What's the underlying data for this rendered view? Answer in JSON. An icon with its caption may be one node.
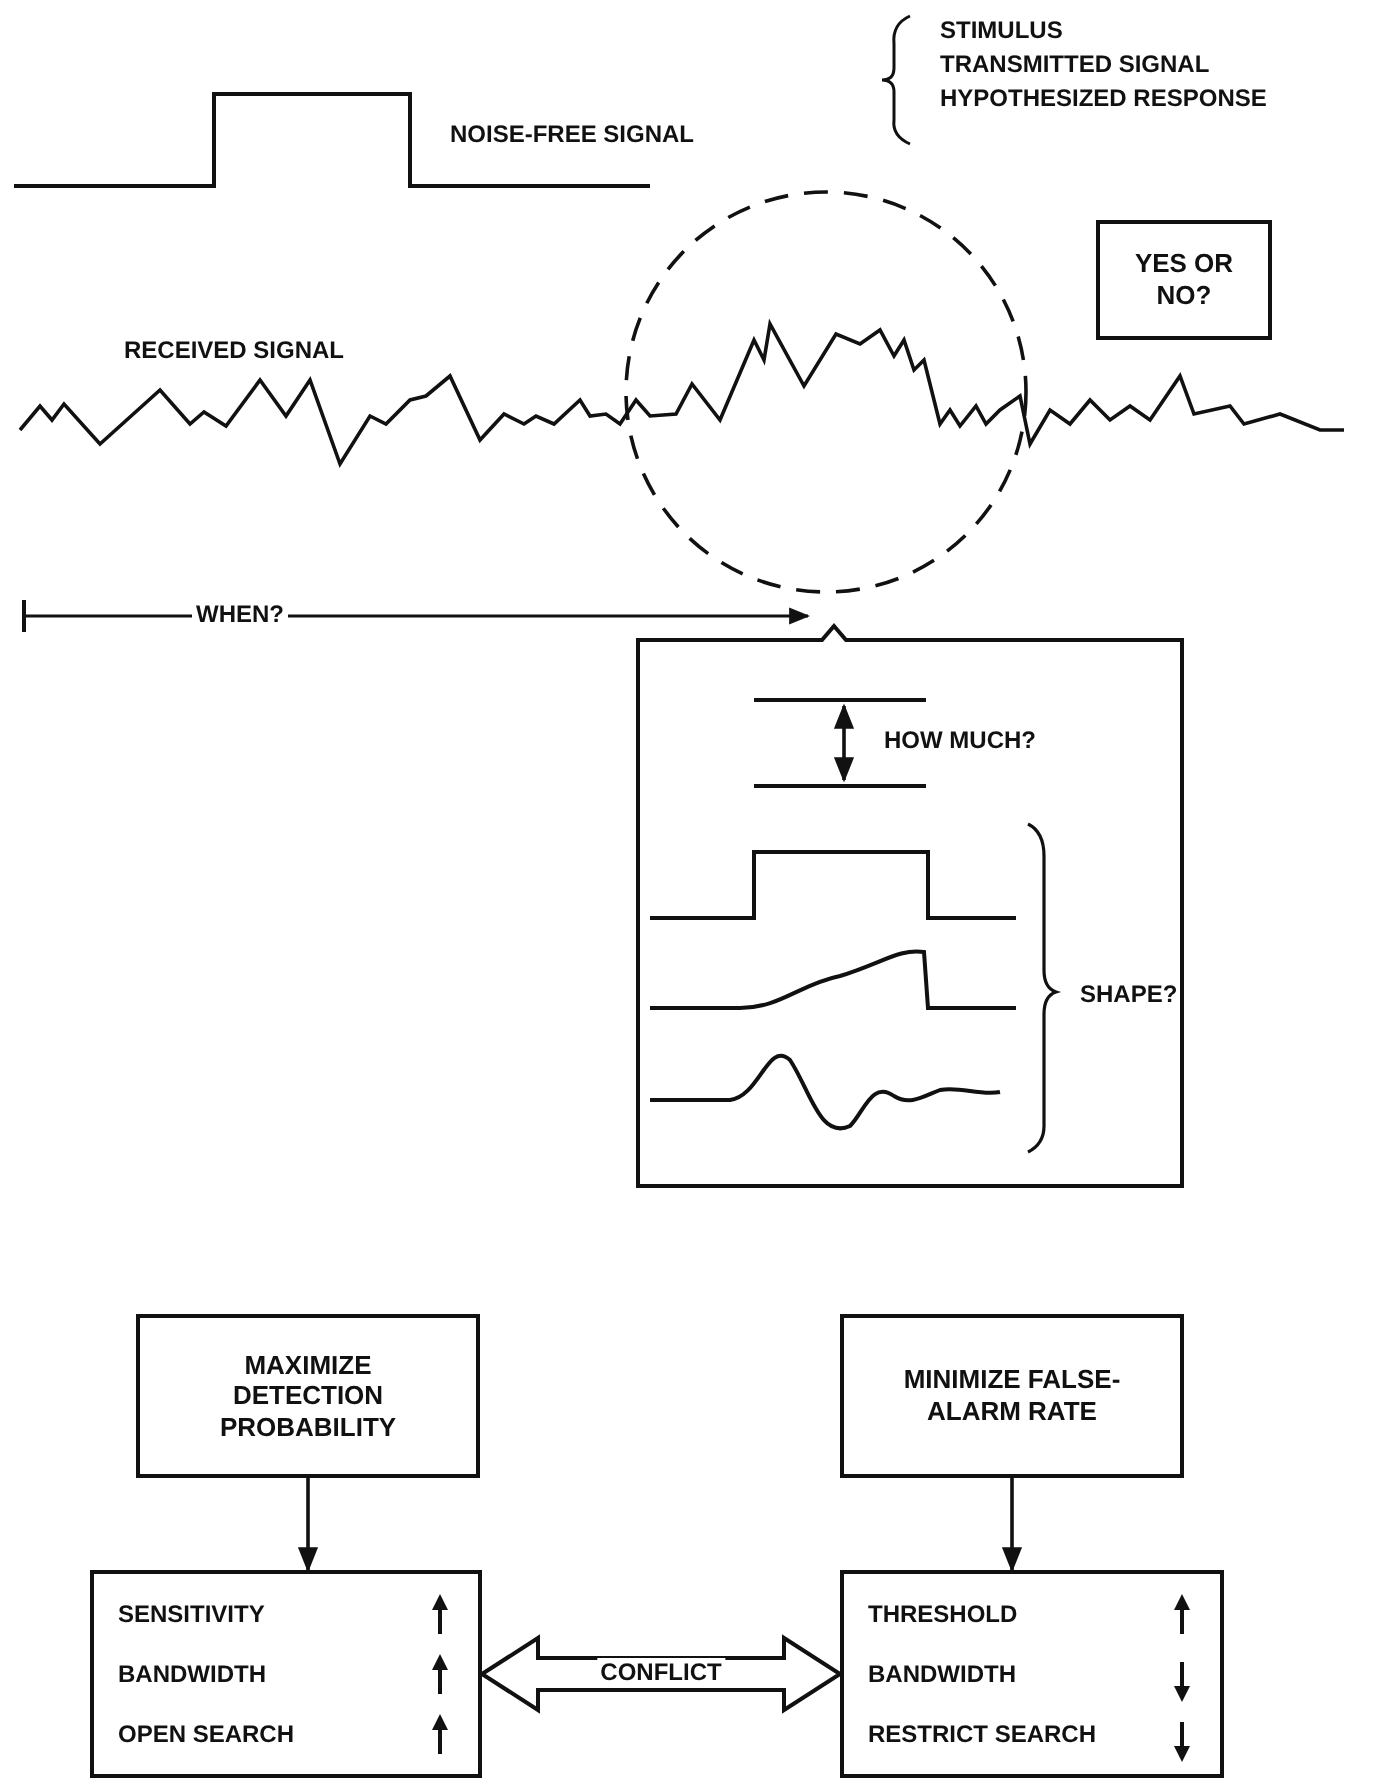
{
  "diagram": {
    "nodes": [
      {
        "text": [],
        "shape": "circle"
      },
      {
        "text": [
          "YES OR NO?"
        ]
      },
      {
        "text": [
          "HOW MUCH?",
          "SHAPE?"
        ]
      },
      {
        "text": [
          "MAXIMIZE DETECTION PROBABILITY"
        ]
      },
      {
        "text": [
          "MINIMIZE FALSE-ALARM RATE"
        ]
      },
      {
        "text": [
          "SENSITIVITY",
          "BANDWIDTH",
          "OPEN SEARCH"
        ]
      },
      {
        "text": [
          "THRESHOLD",
          "BANDWIDTH",
          "RESTRICT SEARCH"
        ]
      }
    ],
    "edges": [
      {
        "from": 3,
        "to": 5,
        "arrow": "to"
      },
      {
        "from": 4,
        "to": 6,
        "arrow": "to"
      },
      {
        "from": 5,
        "to": 6,
        "arrow": "both",
        "label": "CONFLICT",
        "style": "thick"
      }
    ],
    "labels": [
      "STIMULUS",
      "TRANSMITTED SIGNAL",
      "HYPOTHESIZED RESPONSE",
      "NOISE-FREE SIGNAL",
      "RECEIVED SIGNAL",
      "WHEN?"
    ]
  }
}
